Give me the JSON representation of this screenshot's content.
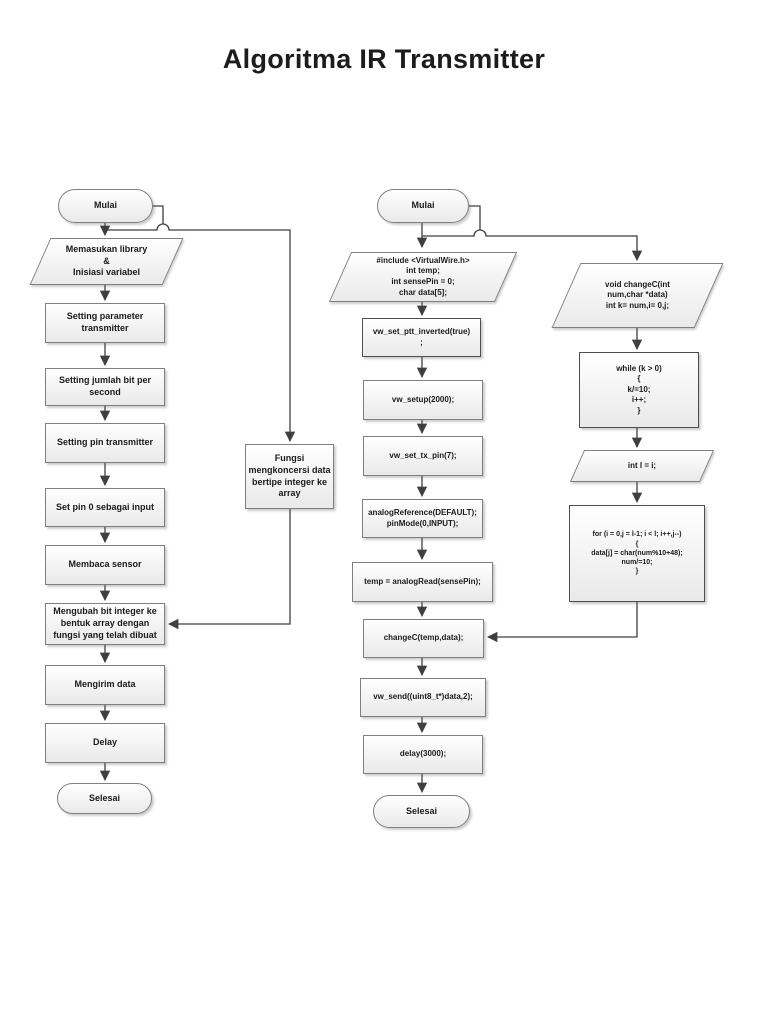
{
  "page": {
    "title": "Algoritma IR Transmitter"
  },
  "colors": {
    "line": "#3f3f3f",
    "box_border": "#7f7f7f",
    "box_border_thick": "#4f4f4f",
    "box_fill_top": "#ffffff",
    "box_fill_bottom": "#e9e9e9",
    "text": "#1a1a1a"
  },
  "nodes": {
    "left_start": "Mulai",
    "left_io": "Memasukan library\n&\nInisiasi variabel",
    "left_p1": "Setting parameter\ntransmitter",
    "left_p2": "Setting jumlah bit per\nsecond",
    "left_p3": "Setting pin transmitter",
    "left_p4": "Set pin 0 sebagai input",
    "left_p5": "Membaca sensor",
    "left_p6": "Mengubah bit integer ke\nbentuk array dengan\nfungsi yang telah dibuat",
    "left_p7": "Mengirim data",
    "left_p8": "Delay",
    "left_end": "Selesai",
    "helper": "Fungsi\nmengkoncersi data\nbertipe integer ke\narray",
    "mid_start": "Mulai",
    "mid_io": "#include <VirtualWire.h>\nint temp;\nint sensePin = 0;\nchar data[5];",
    "mid_p1": "vw_set_ptt_inverted(true)\n;",
    "mid_p2": "vw_setup(2000);",
    "mid_p3": "vw_set_tx_pin(7);",
    "mid_p4": "analogReference(DEFAULT);\npinMode(0,INPUT);",
    "mid_p5": "temp = analogRead(sensePin);",
    "mid_p6": "changeC(temp,data);",
    "mid_p7": "vw_send((uint8_t*)data,2);",
    "mid_p8": "delay(3000);",
    "mid_end": "Selesai",
    "right_io1": "void changeC(int\nnum,char *data)\nint k= num,i= 0,j;",
    "right_while": "while (k > 0)\n{\nk/=10;\ni++;\n}",
    "right_io2": "int l = i;",
    "right_for": "for (i = 0,j = l-1; i < l; i++,j--)\n{\ndata[j] = char(num%10+48);\nnum/=10;\n}"
  }
}
